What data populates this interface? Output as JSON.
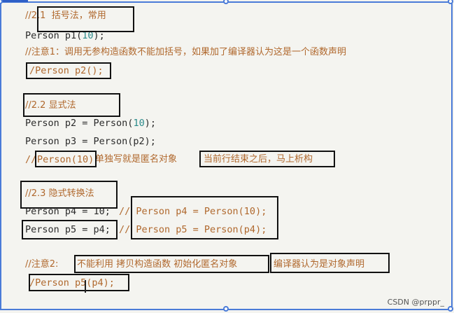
{
  "lines": {
    "l1": "//2.1  括号法，常用",
    "l2": "Person p1(10);",
    "l3": "//注意1：调用无参构造函数不能加括号，如果加了编译器认为这是一个函数声明",
    "l4": "/Person p2();",
    "l5": "//2.2 显式法",
    "l6": "Person p2 = Person(10);",
    "l7": "Person p3 = Person(p2);",
    "l8a": "//",
    "l8b": "Person(10)",
    "l8c": "单独写就是匿名对象",
    "l8d": "当前行结束之后，马上析构",
    "l9": "//2.3 隐式转换法",
    "l10a": "Person p4 = 10;",
    "l10b": "// Person p4 = Person(10);",
    "l11a": "Person p5 = p4;",
    "l11b": "// Person p5 = Person(p4);",
    "l12a": "//注意2:",
    "l12b": "不能利用 拷贝构造函数 初始化匿名对象",
    "l12c": "编译器认为是对象声明",
    "l13": "/Person p5(p4);"
  },
  "watermark": "CSDN @prppr_"
}
